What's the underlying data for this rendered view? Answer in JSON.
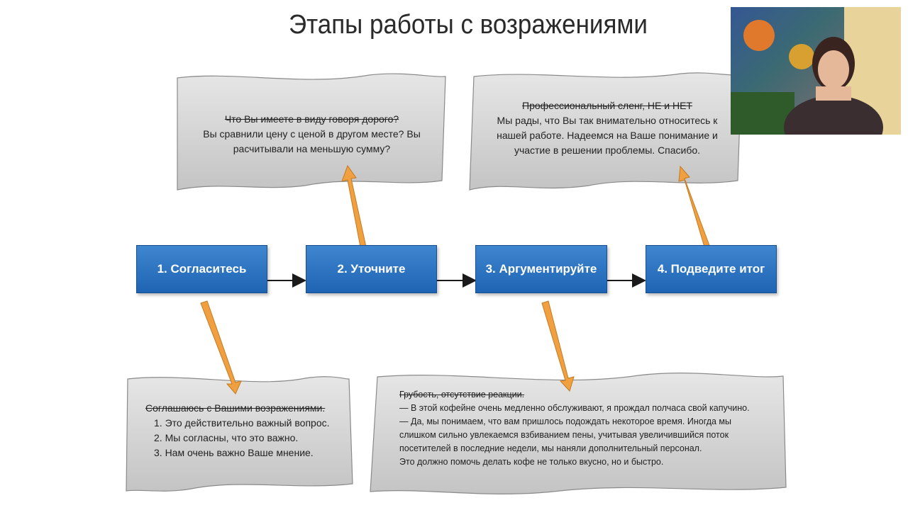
{
  "title": "Этапы работы с возражениями",
  "steps": [
    {
      "label": "1. Согласитесь"
    },
    {
      "label": "2. Уточните"
    },
    {
      "label": "3. Аргументируйте"
    },
    {
      "label": "4. Подведите итог"
    }
  ],
  "notes": {
    "clarify": {
      "head": "Что Вы имеете в виду говоря дорого?",
      "lines": [
        "Вы сравнили цену с ценой в другом месте? Вы",
        "расчитывали на меньшую сумму?"
      ]
    },
    "summary": {
      "head": "Профессиональный сленг, НЕ и НЕТ",
      "lines": [
        "Мы рады, что Вы так внимательно относитесь к",
        "нашей работе. Надеемся на Ваше понимание и",
        "участие в решении проблемы. Спасибо."
      ]
    },
    "agree": {
      "head": "Соглашаюсь с Вашими возражениями.",
      "items": [
        "1. Это действительно важный вопрос.",
        "2. Мы согласны, что это важно.",
        "3. Нам очень важно Ваше мнение."
      ]
    },
    "argue": {
      "head": "Грубость, отсутствие реакции.",
      "lines": [
        "— В этой кофейне очень медленно обслуживают, я прождал полчаса свой капучино.",
        "— Да, мы понимаем, что вам пришлось подождать некоторое время. Иногда мы",
        "слишком сильно увлекаемся взбиванием пены, учитывая увеличившийся поток",
        "посетителей в последние недели, мы наняли дополнительный персонал.",
        "Это должно помочь делать кофе не только вкусно, но и быстро."
      ]
    }
  },
  "colors": {
    "step": "#2a70bd",
    "note": "#d4d4d4",
    "arrow_accent": "#f0a040"
  }
}
